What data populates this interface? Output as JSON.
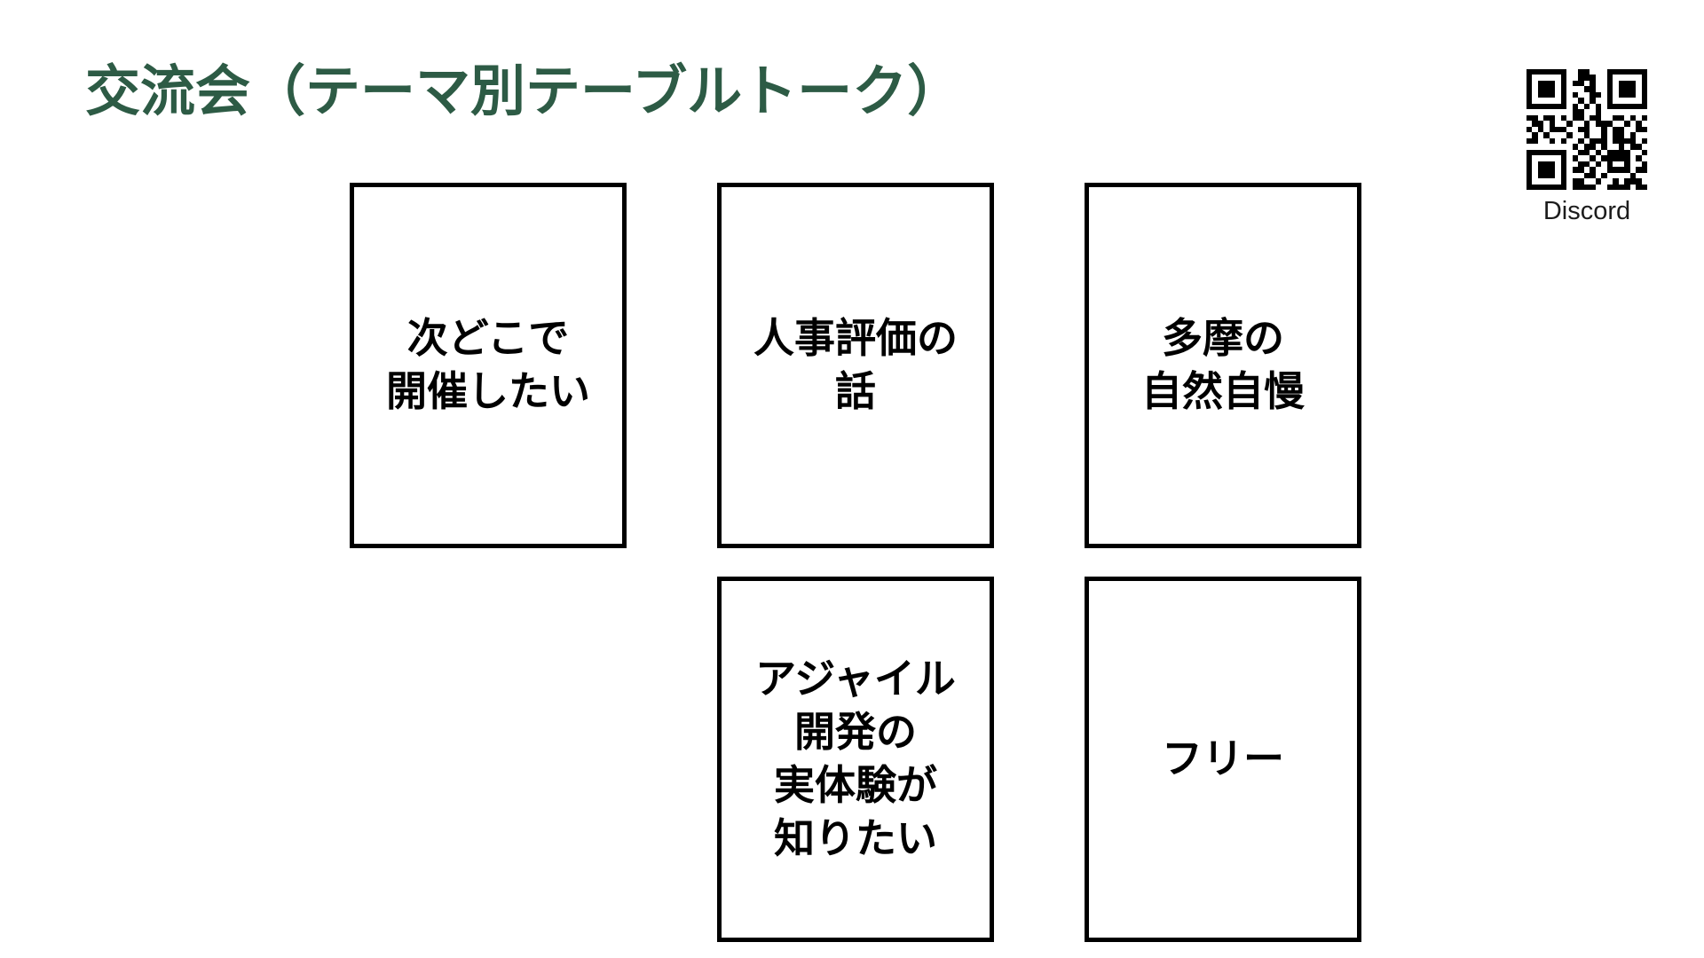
{
  "slide": {
    "title": "交流会（テーマ別テーブルトーク）",
    "title_color": "#2d5b45",
    "background_color": "#ffffff",
    "card_border_color": "#000000",
    "card_text_color": "#000000"
  },
  "cards": [
    {
      "id": "next-venue",
      "label": "次どこで\n開催したい"
    },
    {
      "id": "hr-evaluation",
      "label": "人事評価の\n話"
    },
    {
      "id": "tama-nature",
      "label": "多摩の\n自然自慢"
    },
    {
      "id": "agile-experience",
      "label": "アジャイル\n開発の\n実体験が\n知りたい"
    },
    {
      "id": "free",
      "label": "フリー"
    }
  ],
  "qr": {
    "caption": "Discord",
    "modules": [
      "111111100110001111111",
      "100000100111001000001",
      "101110101101001011101",
      "101110100011001011101",
      "101110101001101011101",
      "100000100101001000001",
      "111111101010101111111",
      "000000001100100000000",
      "110110101101100110101",
      "011010010010111001010",
      "101011100110010110011",
      "010100010010010110100",
      "110010100101110111101",
      "000000001011010010110",
      "111111100110101111001",
      "100000101001011111010",
      "101110100110101001001",
      "101110101101001111011",
      "101110100011010000100",
      "100000101100100101110",
      "111111101111001111011"
    ]
  }
}
